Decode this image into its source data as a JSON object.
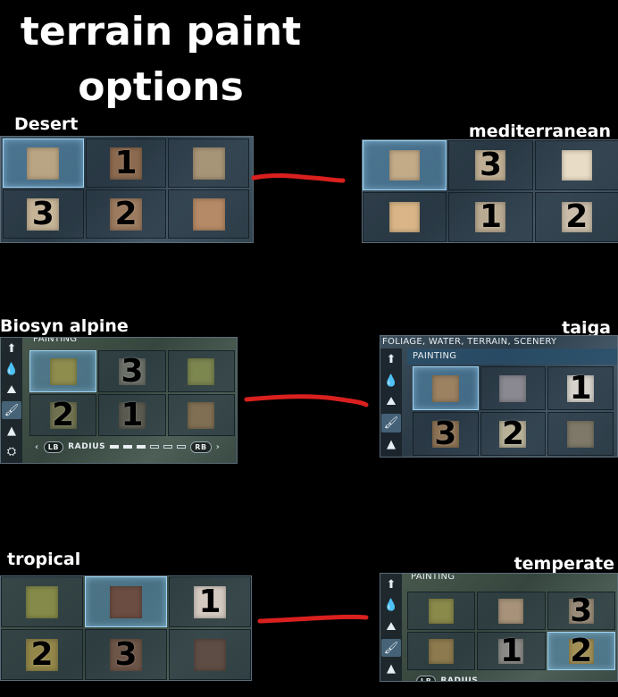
{
  "title": {
    "line1": "terrain paint",
    "line2": "options"
  },
  "labels": {
    "desert": "Desert",
    "mediterranean": "mediterranean",
    "biosyn_alpine": "Biosyn alpine",
    "taiga": "taiga",
    "tropical": "tropical",
    "temperate": "temperate"
  },
  "ui": {
    "radius_label": "RADIUS",
    "lb": "LB",
    "rb": "RB",
    "painting": "PAINTING",
    "taiga_header": "FOLIAGE, WATER, TERRAIN, SCENERY",
    "alpine_header": "PAINTING"
  },
  "connector_color": "#d9201e",
  "panels": {
    "desert": [
      {
        "color": "#b9a583",
        "num": ""
      },
      {
        "color": "#8c6a4f",
        "num": "1"
      },
      {
        "color": "#a79577",
        "num": ""
      },
      {
        "color": "#c6b497",
        "num": "3"
      },
      {
        "color": "#9c7b5f",
        "num": "2"
      },
      {
        "color": "#b58a66",
        "num": ""
      }
    ],
    "mediterranean": [
      {
        "color": "#c3ab88",
        "num": ""
      },
      {
        "color": "#bfae93",
        "num": "3"
      },
      {
        "color": "#e9dcc6",
        "num": ""
      },
      {
        "color": "#d9b587",
        "num": ""
      },
      {
        "color": "#b9aa92",
        "num": "1"
      },
      {
        "color": "#c9bca9",
        "num": "2"
      }
    ],
    "alpine": [
      {
        "color": "#8e8d4e",
        "num": ""
      },
      {
        "color": "#6b7068",
        "num": "3"
      },
      {
        "color": "#7c864f",
        "num": ""
      },
      {
        "color": "#6f7150",
        "num": "2"
      },
      {
        "color": "#5b5a50",
        "num": "1"
      },
      {
        "color": "#806f53",
        "num": ""
      }
    ],
    "taiga": [
      {
        "color": "#9c8261",
        "num": ""
      },
      {
        "color": "#8a8891",
        "num": ""
      },
      {
        "color": "#d6d3cc",
        "num": "1"
      },
      {
        "color": "#8e7355",
        "num": "3"
      },
      {
        "color": "#b8b198",
        "num": "2"
      },
      {
        "color": "#7e7968",
        "num": ""
      }
    ],
    "tropical": [
      {
        "color": "#858a4a",
        "num": ""
      },
      {
        "color": "#6b4d42",
        "num": ""
      },
      {
        "color": "#d3c9c0",
        "num": "1"
      },
      {
        "color": "#928649",
        "num": "2"
      },
      {
        "color": "#6d5547",
        "num": "3"
      },
      {
        "color": "#5e4d44",
        "num": ""
      }
    ],
    "temperate": [
      {
        "color": "#8a8a4b",
        "num": ""
      },
      {
        "color": "#a8937a",
        "num": ""
      },
      {
        "color": "#9a8b78",
        "num": "3"
      },
      {
        "color": "#8d7a4e",
        "num": ""
      },
      {
        "color": "#8c8a86",
        "num": "1"
      },
      {
        "color": "#a39056",
        "num": "2"
      }
    ]
  }
}
